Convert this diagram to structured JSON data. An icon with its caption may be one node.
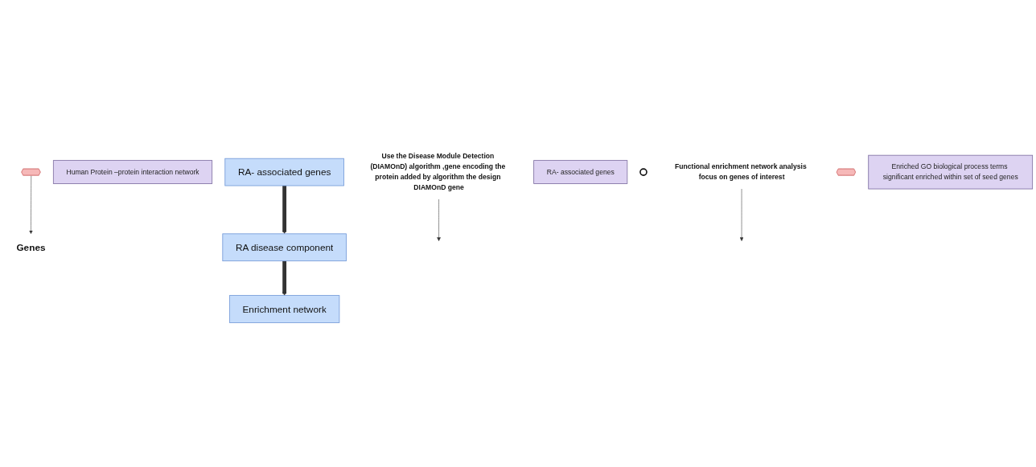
{
  "diagram": {
    "nodes": [
      {
        "text": [
          "RA- associated genes"
        ]
      },
      {
        "text": [
          "Human Protein –protein interaction network"
        ]
      },
      {
        "text": [
          "Use the Disease Module Detection (DIAMOnD) algorithm ,gene encoding the protein added by algorithm the design DIAMOnD gene"
        ]
      },
      {
        "text": [],
        "shape": "star"
      },
      {
        "text": [
          "Genes"
        ]
      },
      {
        "text": [
          "RA- associated genes"
        ]
      },
      {
        "text": [
          "RA disease component"
        ]
      },
      {
        "text": [],
        "shape": "circle"
      },
      {
        "text": [
          "Functional enrichment network analysis focus on genes of interest"
        ]
      },
      {
        "text": [
          "Enrichment network"
        ]
      },
      {
        "text": [],
        "shape": "star"
      },
      {
        "text": [
          "Enriched GO biological process terms significant enriched within set of seed genes"
        ]
      }
    ],
    "edges": [
      {
        "from": 0,
        "to": 6,
        "arrow": "to",
        "style": "thick"
      },
      {
        "from": 2,
        "to": null,
        "arrow": "to"
      },
      {
        "from": 3,
        "to": 4,
        "arrow": "to"
      },
      {
        "from": 6,
        "to": 9,
        "arrow": "to",
        "style": "thick"
      },
      {
        "from": 8,
        "to": null,
        "arrow": "to"
      }
    ]
  }
}
